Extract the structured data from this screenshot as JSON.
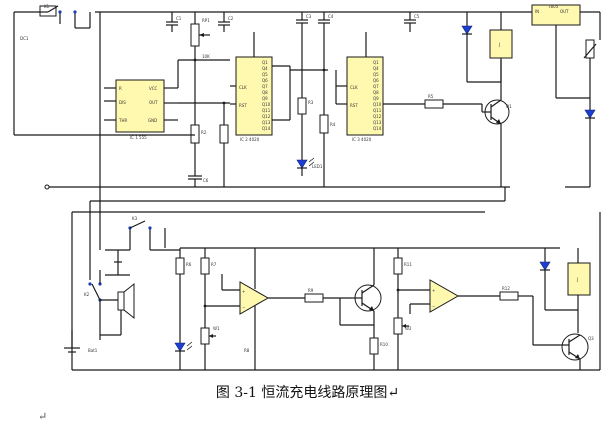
{
  "caption": {
    "text": "图 3-1 恒流充电线路原理图",
    "paragraph_mark": "↵"
  },
  "ic_labels": {
    "ic1_name": "IC 1 555",
    "ic2_name": "IC 2 4020",
    "ic3_name": "IC 3 4020",
    "relay_top": "J",
    "relay_bottom": "J",
    "regulator": "7805"
  },
  "colors": {
    "ic_fill": "#fff9b0",
    "led": "#1c3fd1",
    "wire": "#1a1a1a"
  }
}
